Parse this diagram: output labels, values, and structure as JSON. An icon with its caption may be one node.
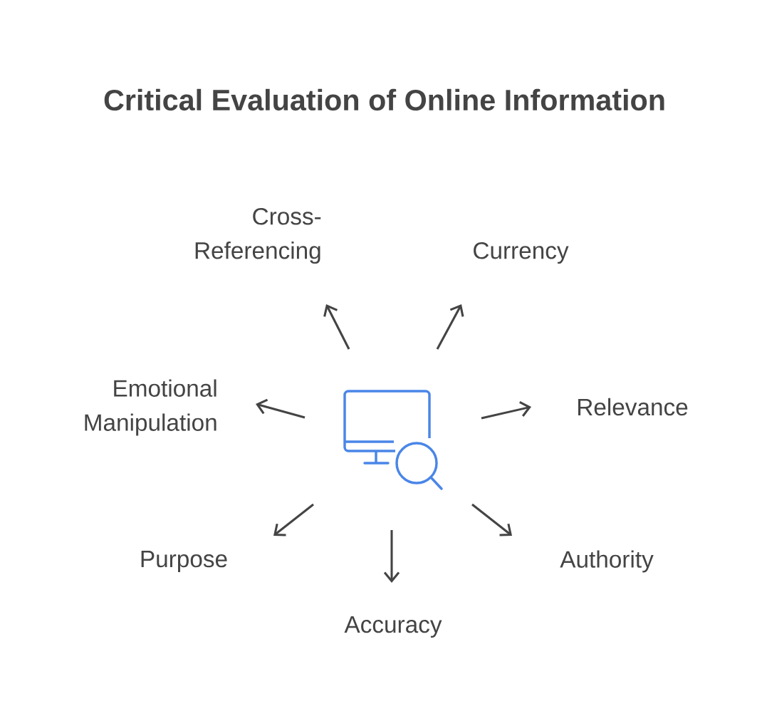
{
  "diagram": {
    "title": "Critical Evaluation of Online Information",
    "nodes": [
      {
        "text": [],
        "shape": "picture"
      },
      {
        "text": [
          "Cross-Referencing"
        ]
      },
      {
        "text": [
          "Currency"
        ]
      },
      {
        "text": [
          "Emotional Manipulation"
        ]
      },
      {
        "text": [
          "Relevance"
        ]
      },
      {
        "text": [
          "Purpose"
        ]
      },
      {
        "text": [
          "Authority"
        ]
      },
      {
        "text": [
          "Accuracy"
        ]
      }
    ],
    "edges": [
      {
        "from": 0,
        "to": 1,
        "arrow": "to"
      },
      {
        "from": 0,
        "to": 2,
        "arrow": "to"
      },
      {
        "from": 0,
        "to": 3,
        "arrow": "to"
      },
      {
        "from": 0,
        "to": 4,
        "arrow": "to"
      },
      {
        "from": 0,
        "to": 5,
        "arrow": "to"
      },
      {
        "from": 0,
        "to": 6,
        "arrow": "to"
      },
      {
        "from": 0,
        "to": 7,
        "arrow": "to"
      }
    ]
  }
}
